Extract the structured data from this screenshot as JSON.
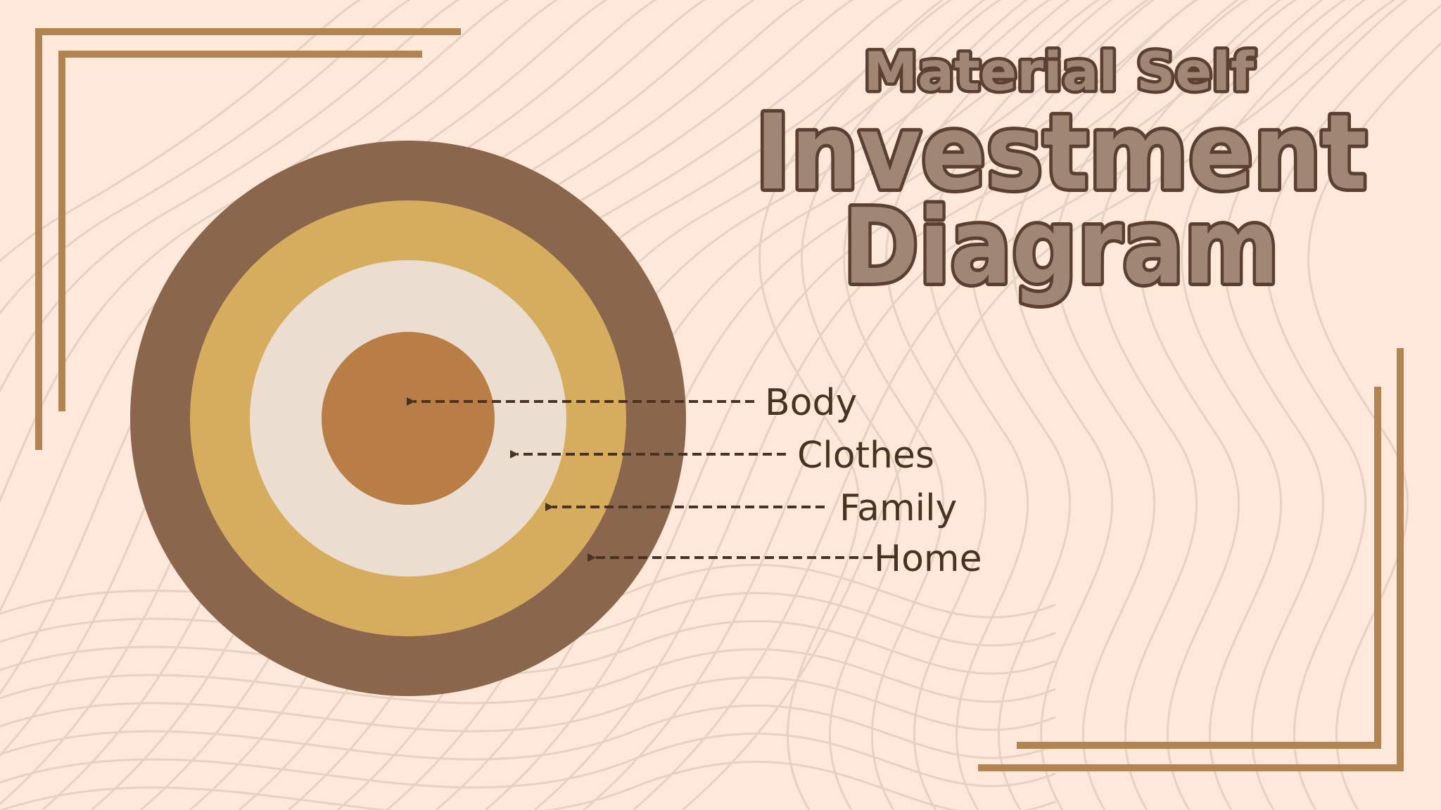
{
  "title": {
    "line1": "Material Self",
    "line2": "Investment",
    "line3": "Diagram"
  },
  "diagram": {
    "rings": [
      {
        "name": "Home",
        "color": "#8A664D"
      },
      {
        "name": "Family",
        "color": "#D6AD5E"
      },
      {
        "name": "Clothes",
        "color": "#EBDDCF"
      },
      {
        "name": "Body",
        "color": "#B97E46"
      }
    ],
    "labels": [
      "Body",
      "Clothes",
      "Family",
      "Home"
    ]
  },
  "colors": {
    "background": "#FDE8DA",
    "wave_lines": "#E5D2C2",
    "frame": "#B08552",
    "title_fill": "#A08674",
    "title_outline": "#5B3F31",
    "title_shadow": "#F6E6D8",
    "label_text": "#4A3222",
    "arrow": "#4A3222"
  }
}
